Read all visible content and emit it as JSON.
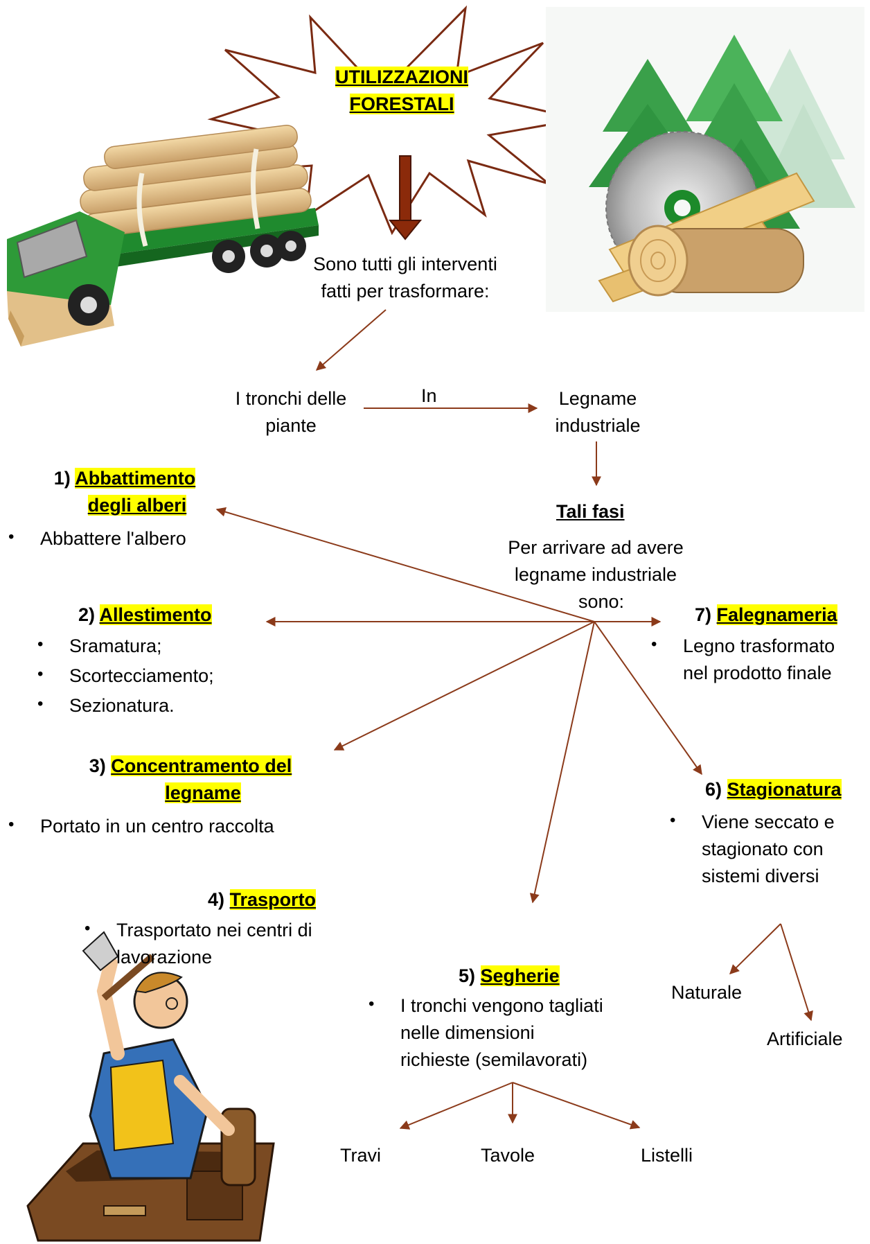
{
  "title": {
    "line1": "UTILIZZAZIONI",
    "line2": "FORESTALI"
  },
  "intro": {
    "line1": "Sono tutti gli interventi",
    "line2": "fatti per trasformare:"
  },
  "from": {
    "line1": "I tronchi delle",
    "line2": "piante"
  },
  "connector": "In",
  "to": {
    "line1": "Legname",
    "line2": "industriale"
  },
  "phases_title": "Tali fasi",
  "phases_desc": {
    "line1": "Per arrivare ad avere",
    "line2": "legname industriale",
    "line3": "sono:"
  },
  "steps": [
    {
      "num": "1)",
      "name_line1": "Abbattimento",
      "name_line2": "degli alberi",
      "bullets": [
        "Abbattere l'albero"
      ]
    },
    {
      "num": "2)",
      "name": "Allestimento",
      "bullets": [
        "Sramatura;",
        "Scortecciamento;",
        "Sezionatura."
      ]
    },
    {
      "num": "3)",
      "name_line1": "Concentramento del",
      "name_line2": "legname",
      "bullets": [
        "Portato in un centro raccolta"
      ]
    },
    {
      "num": "4)",
      "name": "Trasporto",
      "bullet_line1": "Trasportato nei centri di",
      "bullet_line2": "lavorazione"
    },
    {
      "num": "5)",
      "name": "Segherie",
      "bullet_line1": "I tronchi vengono tagliati",
      "bullet_line2": "nelle dimensioni",
      "bullet_line3": "richieste (semilavorati)",
      "products": [
        "Travi",
        "Tavole",
        "Listelli"
      ]
    },
    {
      "num": "6)",
      "name": "Stagionatura",
      "bullet_line1": "Viene seccato e",
      "bullet_line2": "stagionato con",
      "bullet_line3": "sistemi diversi",
      "methods": [
        "Naturale",
        "Artificiale"
      ]
    },
    {
      "num": "7)",
      "name": "Falegnameria",
      "bullet_line1": "Legno trasformato",
      "bullet_line2": "nel prodotto finale"
    }
  ],
  "colors": {
    "arrow": "#8b3a1a",
    "highlight": "#ffff00",
    "star_stroke": "#7a2a12",
    "down_arrow": "#8b2a0a"
  },
  "images": [
    "log-truck-illustration",
    "trees-saw-logs-illustration",
    "carpenter-illustration"
  ]
}
